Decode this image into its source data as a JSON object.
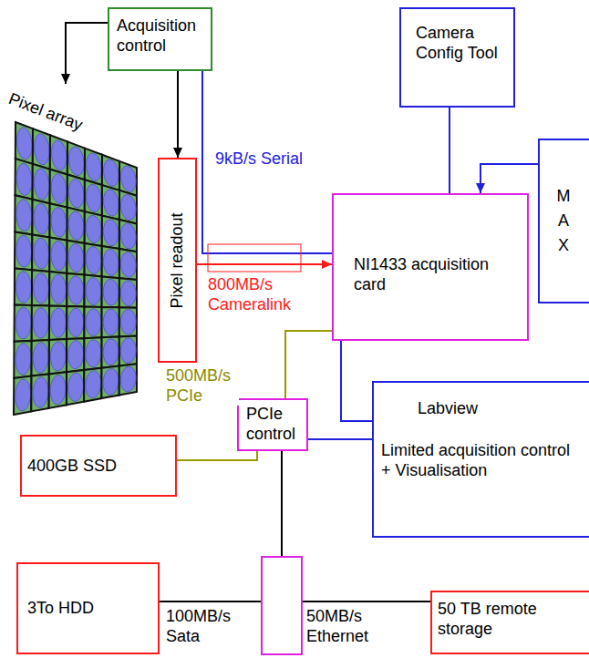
{
  "diagram": {
    "nodes": [
      {
        "text": [
          "Acquisition control"
        ]
      },
      {
        "text": [
          "Camera Config Tool"
        ]
      },
      {
        "text": [
          "Pixel array"
        ]
      },
      {
        "text": [
          "Pixel readout"
        ]
      },
      {
        "text": [
          "NI1433 acquisition card"
        ]
      },
      {
        "text": [
          "MAX"
        ]
      },
      {
        "text": [
          "Labview",
          "Limited acquisition control + Visualisation"
        ]
      },
      {
        "text": [
          "PCIe control"
        ]
      },
      {
        "text": [
          "400GB SSD"
        ]
      },
      {
        "text": [
          "3To HDD"
        ]
      },
      {
        "text": [
          "50 TB remote storage"
        ]
      }
    ],
    "edges": [
      {
        "from": 0,
        "to": 2,
        "arrow": "to"
      },
      {
        "from": 0,
        "to": 3,
        "arrow": "to"
      },
      {
        "from": 0,
        "to": 4,
        "label": "9kB/s Serial",
        "arrow": "none"
      },
      {
        "from": 3,
        "to": 4,
        "label": "800MB/s Cameralink",
        "arrow": "to"
      },
      {
        "from": 1,
        "to": 4,
        "arrow": "none"
      },
      {
        "from": 5,
        "to": 4,
        "arrow": "to"
      },
      {
        "from": 4,
        "to": 7,
        "label": "500MB/s PCIe",
        "arrow": "none"
      },
      {
        "from": 4,
        "to": 6,
        "arrow": "none"
      },
      {
        "from": 7,
        "to": 6,
        "arrow": "none"
      },
      {
        "from": 7,
        "to": 8,
        "arrow": "none"
      },
      {
        "from": 7,
        "to": 9,
        "label": "100MB/s Sata",
        "arrow": "none"
      },
      {
        "from": 7,
        "to": 10,
        "label": "50MB/s Ethernet",
        "arrow": "none"
      }
    ]
  }
}
